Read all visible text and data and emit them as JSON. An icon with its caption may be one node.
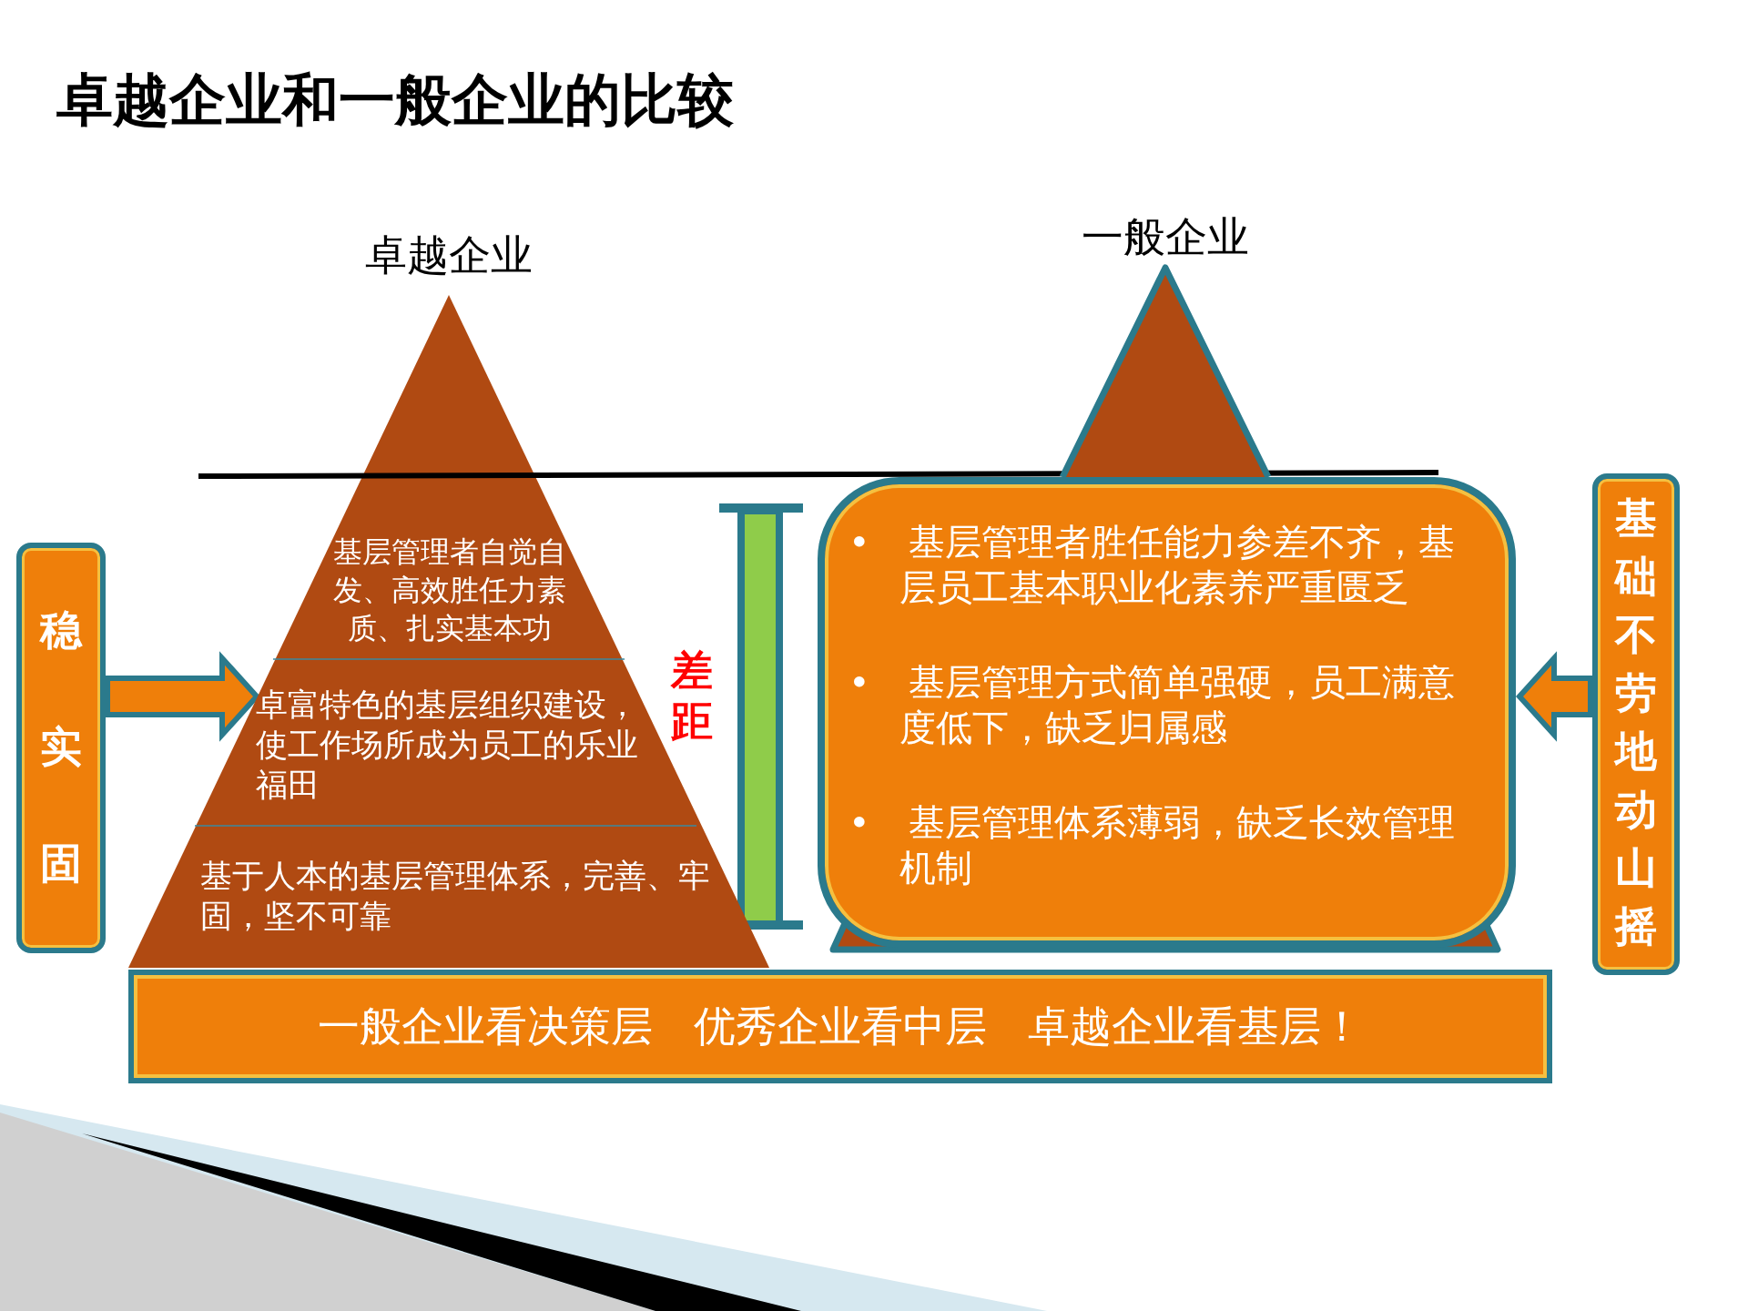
{
  "diagram": {
    "title": "卓越企业和一般企业的比较",
    "nodes": [
      {
        "text": [
          "卓越企业"
        ]
      },
      {
        "text": [
          "基层管理者自觉自发、高效胜任力素质、扎实基本功"
        ],
        "in": 0
      },
      {
        "text": [
          "卓富特色的基层组织建设，使工作场所成为员工的乐业福田"
        ],
        "in": 0
      },
      {
        "text": [
          "基于人本的基层管理体系，完善、牢固，坚不可靠"
        ],
        "in": 0
      },
      {
        "text": [
          "一般企业"
        ]
      },
      {
        "text": [
          "• 基层管理者胜任能力参差不齐，基层员工基本职业化素养严重匮乏",
          "• 基层管理方式简单强硬，员工满意度低下，缺乏归属感",
          "• 基层管理体系薄弱，缺乏长效管理机制"
        ]
      },
      {
        "text": [
          "稳实固"
        ]
      },
      {
        "text": [
          "基础不劳地动山摇"
        ]
      },
      {
        "text": [
          "一般企业看决策层 优秀企业看中层 卓越企业看基层！"
        ]
      }
    ],
    "edges": [
      {
        "from": 6,
        "to": 0,
        "arrow": "to"
      },
      {
        "from": 7,
        "to": 5,
        "arrow": "to"
      }
    ],
    "labels": [
      "差距"
    ]
  }
}
